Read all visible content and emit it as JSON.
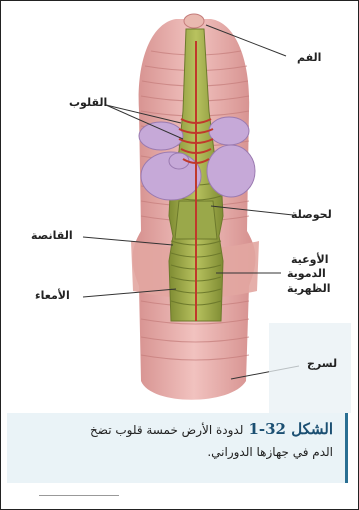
{
  "labels": {
    "mouth": "الفم",
    "hearts": "القلوب",
    "crop": "لحوصلة",
    "gizzard": "القانصة",
    "dorsal_vessels": [
      "الأوعية",
      "الدموية",
      "الظهرية"
    ],
    "intestines": "الأمعاء",
    "clitellum": "لسرج"
  },
  "caption": {
    "figure_label": "الشكل 32-1",
    "text_line1": "لدودة الأرض خمسة قلوب تضخ",
    "text_line2": "الدم في جهازها الدوراني."
  },
  "colors": {
    "body_pink": "#e8a7a4",
    "gut_green": "#9aa84a",
    "vessel_red": "#c0392b",
    "crop_purple": "#c6a9d8",
    "caption_bg": "#eaf3f7"
  }
}
